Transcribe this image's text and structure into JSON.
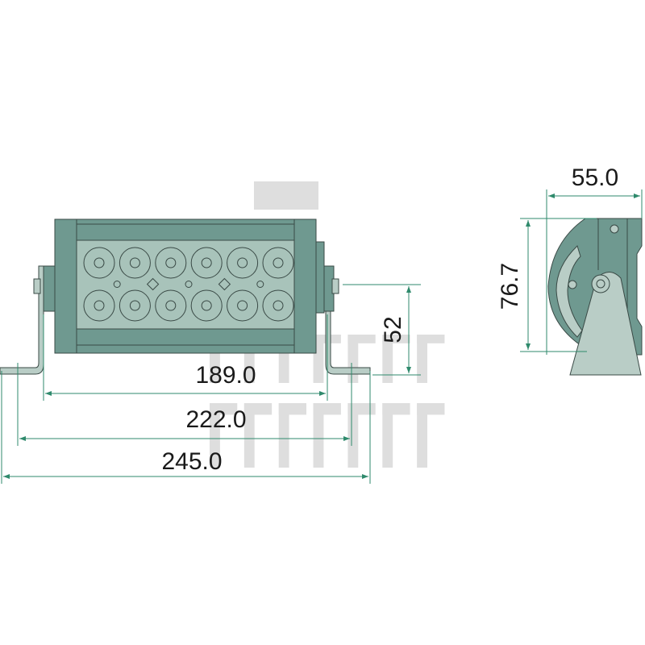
{
  "watermark": {
    "lines": [
      "TRECKER",
      "TEILE24"
    ]
  },
  "front_view": {
    "led_rows": 2,
    "leds_per_row": 6,
    "dimensions": {
      "inner_width": "189.0",
      "mount_width": "222.0",
      "overall_width": "245.0",
      "height": "52"
    }
  },
  "side_view": {
    "dimensions": {
      "depth": "55.0",
      "height": "76.7"
    }
  },
  "colors": {
    "dimension_line": "#2f8a6c",
    "housing": "#6f9990",
    "lens": "#a8c3ba"
  }
}
